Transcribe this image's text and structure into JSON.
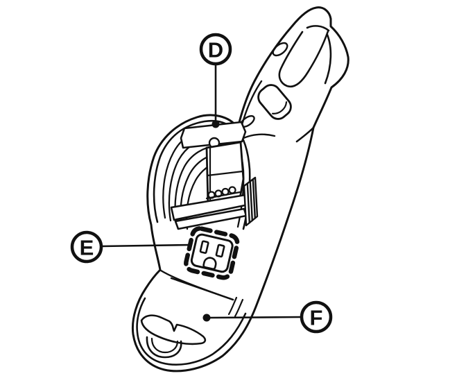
{
  "figure": {
    "type": "technical-line-diagram",
    "background_color": "#ffffff",
    "line_color": "#111111",
    "callouts": {
      "d": {
        "label": "D"
      },
      "e": {
        "label": "E"
      },
      "f": {
        "label": "F"
      }
    }
  }
}
